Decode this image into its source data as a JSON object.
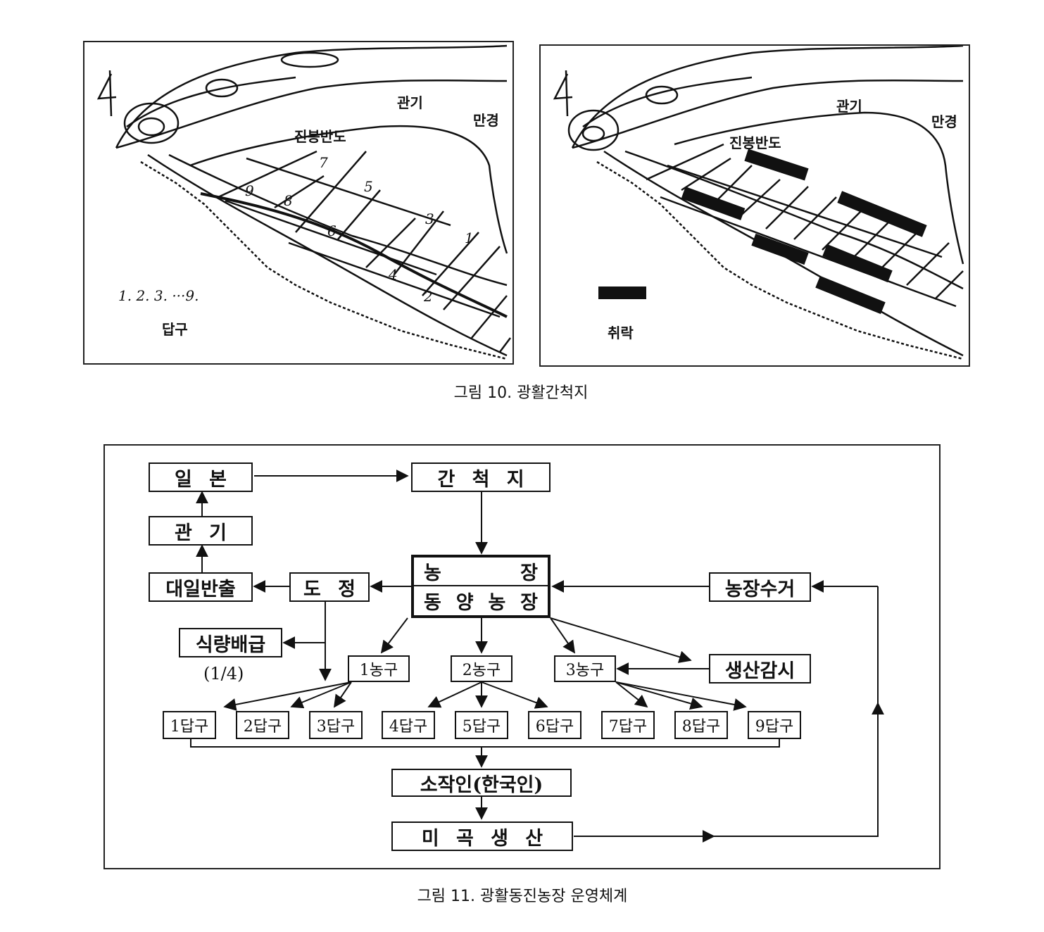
{
  "figure10": {
    "caption": "그림 10. 광활간척지",
    "left_map": {
      "labels": {
        "gwangi": "관기",
        "mangyeong": "만경",
        "peninsula": "진봉반도"
      },
      "legend_numbers": "1. 2. 3. ···9.",
      "legend_label": "답구",
      "plot_numbers": [
        "1",
        "2",
        "3",
        "4",
        "5",
        "6",
        "7",
        "8",
        "9"
      ]
    },
    "right_map": {
      "labels": {
        "gwangi": "관기",
        "mangyeong": "만경",
        "peninsula": "진봉반도"
      },
      "legend_label": "취락"
    }
  },
  "figure11": {
    "caption": "그림 11. 광활동진농장 운영체계",
    "nodes": {
      "japan": "일본",
      "gwangi": "관기",
      "export": "대일반출",
      "dojeong": "도정",
      "food": "식량배급",
      "food_ratio": "(1/4)",
      "reclaimed": "간척지",
      "farm_top_left": "농",
      "farm_top_right": "장",
      "farm_bottom": [
        "동",
        "양",
        "농",
        "장"
      ],
      "farm_collect": "농장수거",
      "monitor": "생산감시",
      "district1": "1농구",
      "district2": "2농구",
      "district3": "3농구",
      "plots": [
        "1답구",
        "2답구",
        "3답구",
        "4답구",
        "5답구",
        "6답구",
        "7답구",
        "8답구",
        "9답구"
      ],
      "tenant": "소작인(한국인)",
      "rice": "미곡생산"
    }
  }
}
